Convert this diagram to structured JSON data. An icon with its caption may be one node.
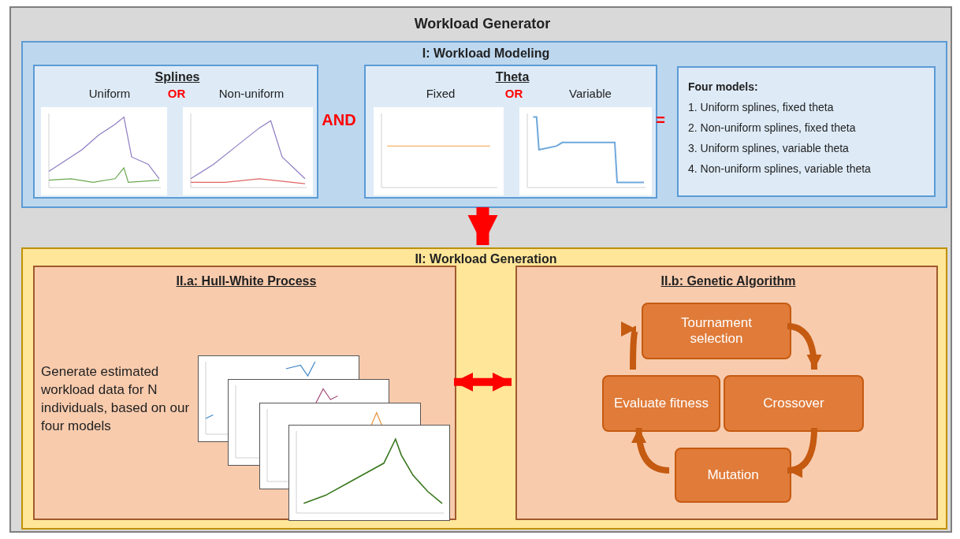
{
  "diagram": {
    "nodes": [
      {
        "text": [
          "Workload Generator"
        ]
      },
      {
        "text": [
          "I: Workload Modeling"
        ],
        "in": 0
      },
      {
        "text": [
          "Splines",
          "Uniform",
          "OR",
          "Non-uniform"
        ],
        "in": 1
      },
      {
        "text": [
          "Theta",
          "Fixed",
          "OR",
          "Variable"
        ],
        "in": 1
      },
      {
        "text": [
          "Four models:",
          "1. Uniform splines, fixed theta",
          "2. Non-uniform splines, fixed theta",
          "3. Uniform splines, variable theta",
          "4. Non-uniform splines, variable theta"
        ],
        "in": 1
      },
      {
        "text": [
          "II: Workload Generation"
        ],
        "in": 0
      },
      {
        "text": [
          "II.a: Hull-White Process",
          "Generate estimated workload data for N individuals, based on our four models"
        ],
        "in": 5
      },
      {
        "text": [
          "II.b: Genetic Algorithm"
        ],
        "in": 5
      },
      {
        "text": [
          "Tournament selection"
        ],
        "in": 7
      },
      {
        "text": [
          "Crossover"
        ],
        "in": 7
      },
      {
        "text": [
          "Mutation"
        ],
        "in": 7
      },
      {
        "text": [
          "Evaluate fitness"
        ],
        "in": 7
      }
    ],
    "edges": [
      {
        "from": 1,
        "to": 5,
        "arrow": "to",
        "style": "thick",
        "color": "#ff0000"
      },
      {
        "from": 6,
        "to": 7,
        "arrow": "both",
        "color": "#ff0000"
      },
      {
        "from": 8,
        "to": 9,
        "arrow": "to"
      },
      {
        "from": 9,
        "to": 10,
        "arrow": "to"
      },
      {
        "from": 10,
        "to": 11,
        "arrow": "to"
      },
      {
        "from": 11,
        "to": 8,
        "arrow": "to"
      }
    ],
    "labels": [
      "AND",
      "="
    ]
  }
}
